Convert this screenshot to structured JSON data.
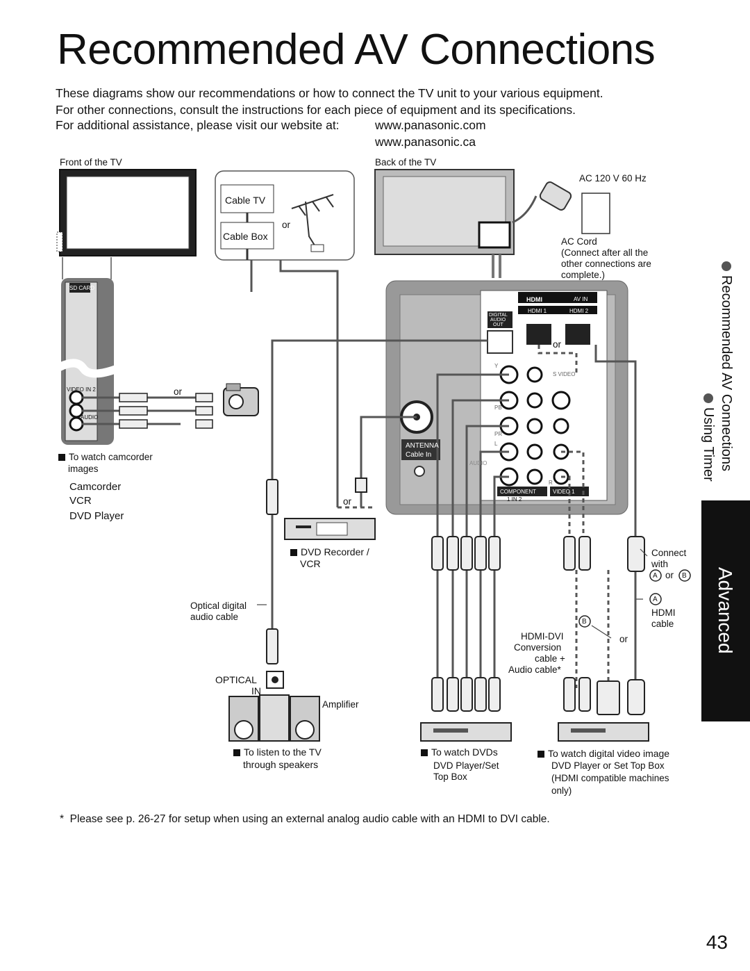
{
  "title": "Recommended AV Connections",
  "intro": {
    "line1": "These diagrams show our recommendations or how to connect the TV unit to your various equipment.",
    "line2": "For other connections, consult the instructions for each piece of equipment and its specifications.",
    "line3": "For additional assistance, please visit our website at:",
    "url1": "www.panasonic.com",
    "url2": "www.panasonic.ca"
  },
  "labels": {
    "front_tv": "Front of the TV",
    "back_tv": "Back of the TV",
    "ac_power": "AC 120 V 60 Hz",
    "ac_cord": "AC Cord",
    "ac_cord_note1": "(Connect after all the",
    "ac_cord_note2": "other connections are",
    "ac_cord_note3": "complete.)",
    "cable_tv": "Cable TV",
    "cable_box": "Cable Box",
    "or": "or",
    "sd_card": "SD CARD",
    "video_in2": "VIDEO IN 2",
    "audio": "AUDIO",
    "camcorder_caption1": "To watch camcorder",
    "camcorder_caption2": "images",
    "camcorder": "Camcorder",
    "vcr": "VCR",
    "dvd_player": "DVD Player",
    "dvd_recorder1": "DVD Recorder /",
    "dvd_recorder2": "VCR",
    "optical_cable1": "Optical digital",
    "optical_cable2": "audio cable",
    "optical_in1": "OPTICAL",
    "optical_in2": "IN",
    "amplifier": "Amplifier",
    "listen1": "To listen to the TV",
    "listen2": "through speakers",
    "watch_dvds": "To watch DVDs",
    "dvd_settop1": "DVD Player/Set",
    "dvd_settop2": "Top Box",
    "watch_digital": "To watch digital video image",
    "digital_device1": "DVD Player or Set Top Box",
    "digital_device2": "(HDMI compatible machines",
    "digital_device3": "only)",
    "connect_with1": "Connect",
    "connect_with2": "with",
    "hdmi_cable1": "HDMI",
    "hdmi_cable2": "cable",
    "hdmi_dvi1": "HDMI-DVI",
    "hdmi_dvi2": "Conversion",
    "hdmi_dvi3": "cable +",
    "hdmi_dvi4": "Audio cable*",
    "mark_a": "A",
    "mark_b": "B",
    "panel_hdmi": "HDMI",
    "panel_av_in": "AV IN",
    "panel_hdmi1": "HDMI 1",
    "panel_hdmi2": "HDMI 2",
    "panel_digital": "DIGITAL",
    "panel_audio": "AUDIO",
    "panel_out": "OUT",
    "panel_svideo": "S VIDEO",
    "panel_antenna": "ANTENNA",
    "panel_cable_in": "Cable In",
    "panel_component": "COMPONENT",
    "panel_in": "1  IN  2",
    "panel_video": "VIDEO  1",
    "jack_y": "Y",
    "jack_pb": "PB",
    "jack_pr": "PR",
    "jack_l": "L",
    "jack_r": "R"
  },
  "side_tab": {
    "line1": "Recommended AV Connections",
    "line2": "Using Timer",
    "section": "Advanced"
  },
  "footnote": "Please see p. 26-27 for setup when using an external analog audio cable with an HDMI to DVI cable.",
  "footnote_mark": "*",
  "page_number": "43"
}
